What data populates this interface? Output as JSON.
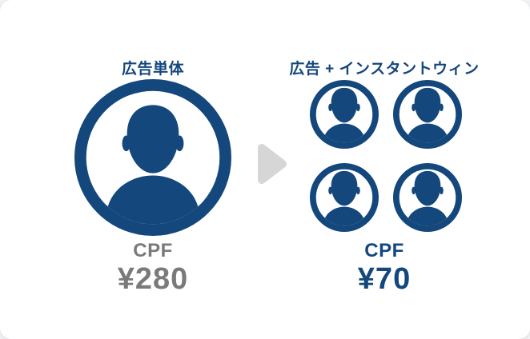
{
  "card": {
    "left": {
      "title": "広告単体",
      "metric_label": "CPF",
      "metric_value": "¥280",
      "people_count": 1
    },
    "right": {
      "title": "広告 + インスタントウィン",
      "metric_label": "CPF",
      "metric_value": "¥70",
      "people_count": 4
    },
    "arrow": {
      "direction": "right",
      "icon": "right-arrow-triangle-icon"
    },
    "icons": {
      "person": "person-in-circle-icon"
    },
    "colors": {
      "navy": "#14477C",
      "gray_text": "#7A7A7A",
      "arrow_gray": "#D6D6D6",
      "card_background": "#FFFFFF"
    }
  }
}
